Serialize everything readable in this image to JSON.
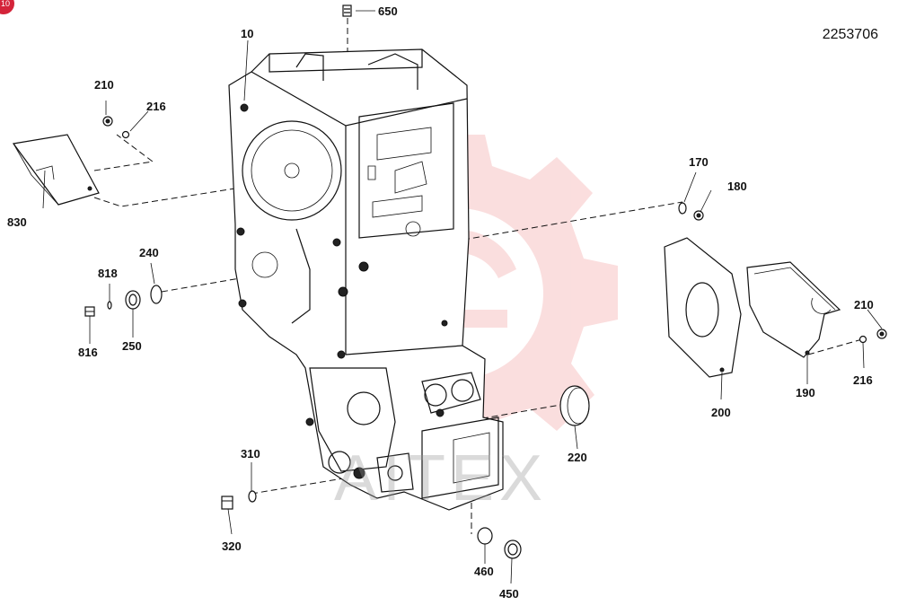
{
  "badge": "10",
  "doc_number": "2253706",
  "watermark": {
    "text": "AITEX",
    "color": "#f08a8a"
  },
  "callouts": {
    "c650": "650",
    "c10": "10",
    "c210a": "210",
    "c216a": "216",
    "c830": "830",
    "c170": "170",
    "c180": "180",
    "c240": "240",
    "c818": "818",
    "c816": "816",
    "c250": "250",
    "c210b": "210",
    "c216b": "216",
    "c190": "190",
    "c200": "200",
    "c220": "220",
    "c310": "310",
    "c320": "320",
    "c460": "460",
    "c450": "450"
  }
}
